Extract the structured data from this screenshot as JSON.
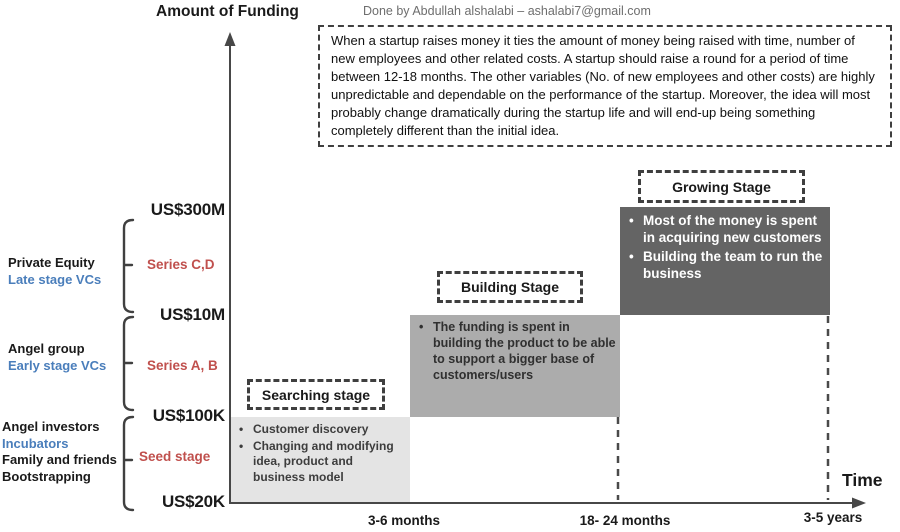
{
  "y_axis": {
    "title": "Amount of Funding",
    "levels": [
      "US$300M",
      "US$10M",
      "US$100K",
      "US$20K"
    ]
  },
  "x_axis": {
    "title": "Time"
  },
  "credit": "Done by Abdullah alshalabi – ashalabi7@gmail.com",
  "note": "When a startup raises money it ties the amount of money being raised with time, number of new employees and other related costs. A startup should raise a round for a period of time between 12-18 months. The other variables (No. of new employees and other costs) are highly unpredictable and dependable on the performance of the startup. Moreover, the idea will most probably change dramatically during the startup life and will end-up being something completely different than the initial idea.",
  "funding_sources": [
    {
      "lines": [
        {
          "text": "Private Equity"
        },
        {
          "text": "Late stage VCs",
          "blue": true
        }
      ]
    },
    {
      "lines": [
        {
          "text": "Angel group"
        },
        {
          "text": "Early stage VCs",
          "blue": true
        }
      ]
    },
    {
      "lines": [
        {
          "text": "Angel investors"
        },
        {
          "text": "Incubators",
          "blue": true
        },
        {
          "text": "Family and friends"
        },
        {
          "text": "Bootstrapping"
        }
      ]
    }
  ],
  "rounds": [
    "Series C,D",
    "Series A, B",
    "Seed stage"
  ],
  "stages": [
    {
      "label": "Searching stage",
      "duration": "3-6 months",
      "bullets": [
        "Customer discovery",
        "Changing and modifying idea, product and business model"
      ]
    },
    {
      "label": "Building Stage",
      "duration": "18- 24 months",
      "bullets": [
        "The funding is spent in building the product to be able to support a bigger base of customers/users"
      ]
    },
    {
      "label": "Growing Stage",
      "duration": "3-5 years",
      "bullets": [
        "Most of the money is spent in acquiring new customers",
        "Building the team to run the business"
      ]
    }
  ],
  "colors": {
    "accent_blue": "#4a7ebb",
    "accent_red": "#c0504d",
    "stage_light": "#e4e4e4",
    "stage_medium": "#acacac",
    "stage_dark": "#646464",
    "line": "#474747",
    "credit_gray": "#6e6e6e"
  }
}
